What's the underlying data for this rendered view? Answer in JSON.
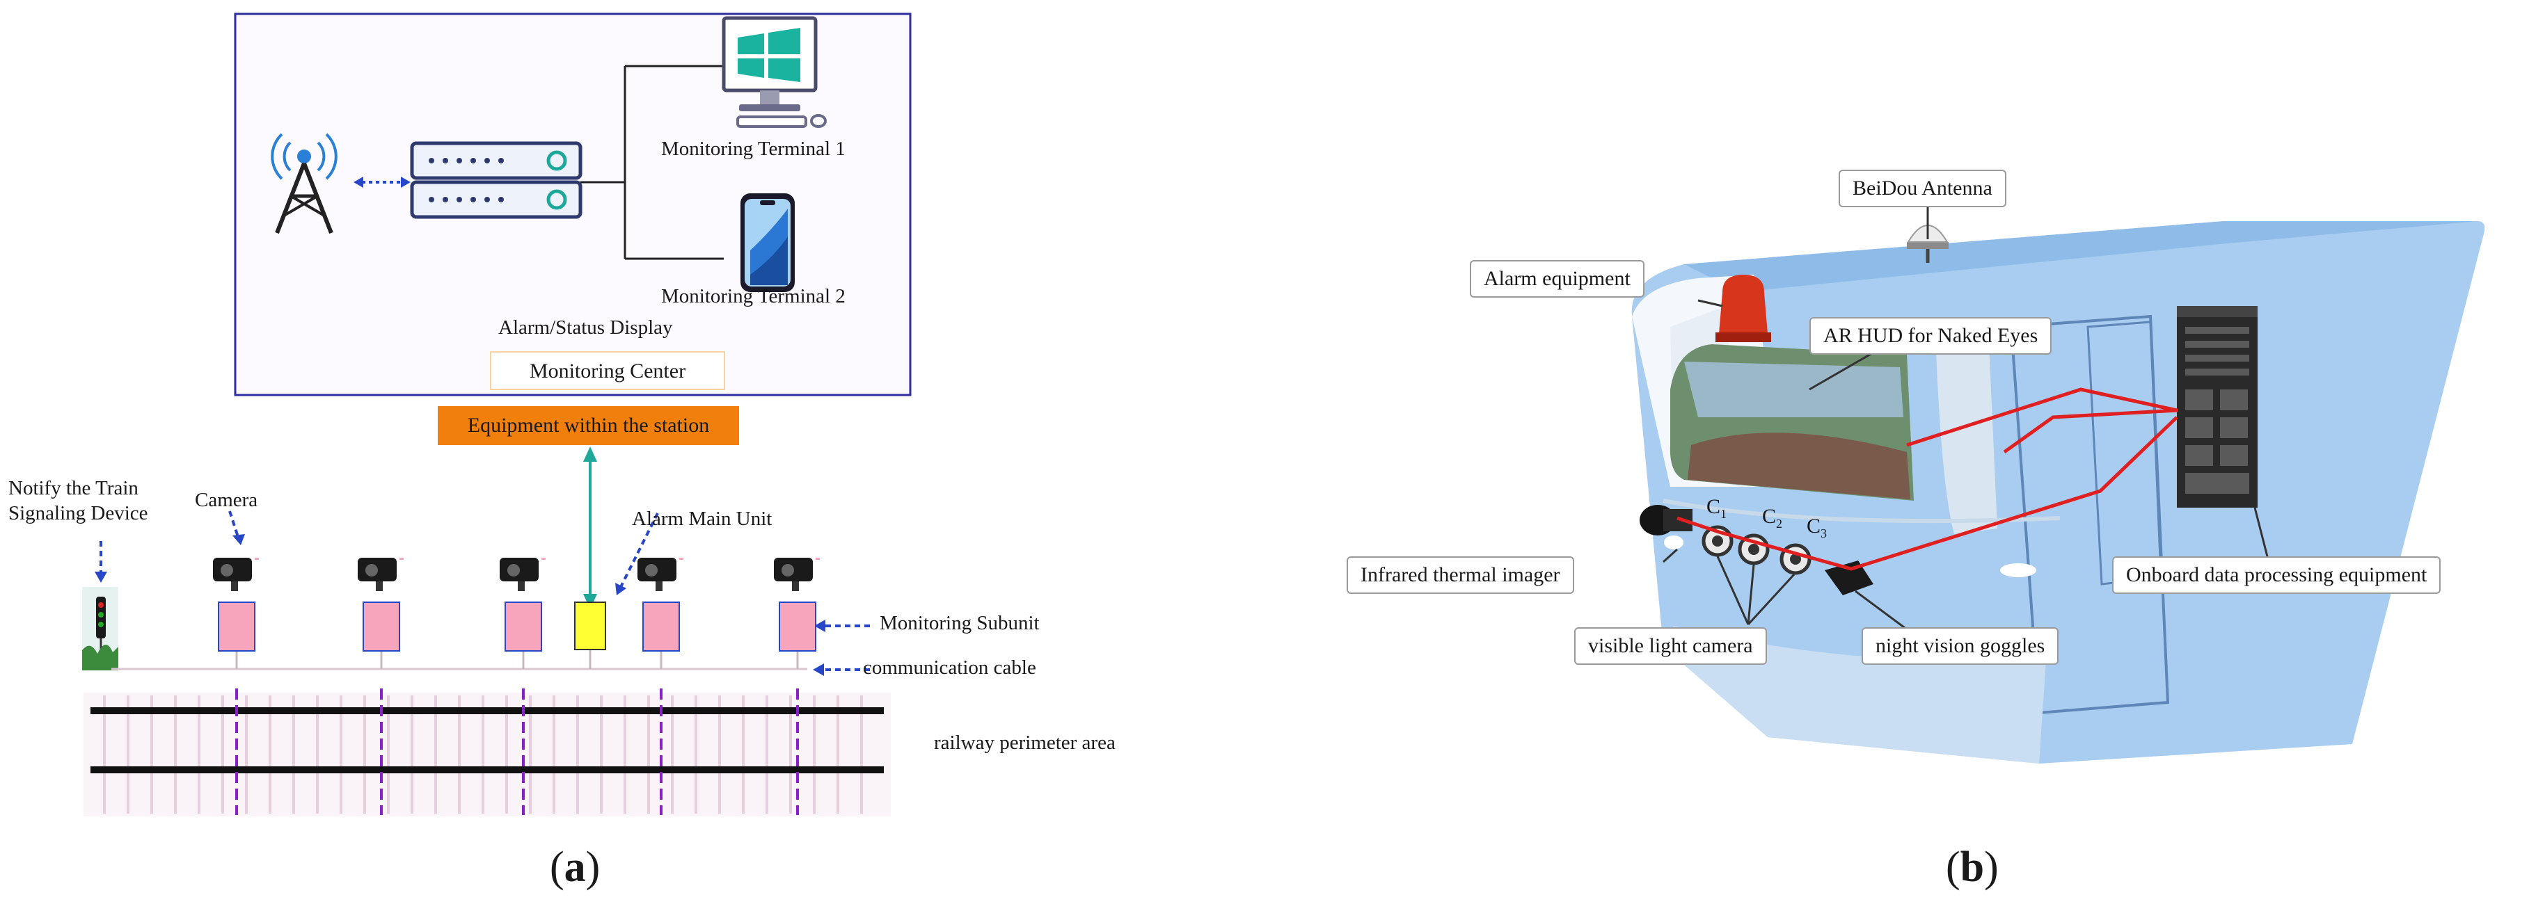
{
  "panel_a": {
    "monitoring_terminal_1": "Monitoring Terminal 1",
    "monitoring_terminal_2": "Monitoring Terminal 2",
    "alarm_status_display": "Alarm/Status Display",
    "monitoring_center": "Monitoring Center",
    "equipment_within_station": "Equipment within the station",
    "notify_line1": "Notify the Train",
    "notify_line2": "Signaling Device",
    "camera": "Camera",
    "alarm_main_unit": "Alarm Main Unit",
    "monitoring_subunit": "Monitoring Subunit",
    "communication_cable": "communication cable",
    "railway_perimeter_area": "railway perimeter area",
    "caption_open": "(",
    "caption_letter": "a",
    "caption_close": ")"
  },
  "panel_b": {
    "beidou_antenna": "BeiDou Antenna",
    "alarm_equipment": "Alarm equipment",
    "ar_hud": "AR  HUD  for Naked Eyes",
    "infrared_thermal_imager": "Infrared thermal imager",
    "onboard_data_processing": "Onboard data processing equipment",
    "visible_light_camera": "visible light camera",
    "night_vision_goggles": "night vision goggles",
    "cam_c1": "C",
    "cam_c1_sub": "1",
    "cam_c2": "C",
    "cam_c2_sub": "2",
    "cam_c3": "C",
    "cam_c3_sub": "3",
    "caption_open": "(",
    "caption_letter": "b",
    "caption_close": ")"
  },
  "colors": {
    "frame_blue": "#2e2e9e",
    "dashed_blue": "#2846c8",
    "teal_arrow": "#1fa89a",
    "orange": "#f07f0c",
    "pink_unit": "#f6a5bd",
    "yellow_unit": "#ffff33",
    "purple_dash": "#8a1ec8",
    "rail_black": "#111111",
    "train_blue": "#a8cdf0",
    "laser_red": "#e02020"
  }
}
